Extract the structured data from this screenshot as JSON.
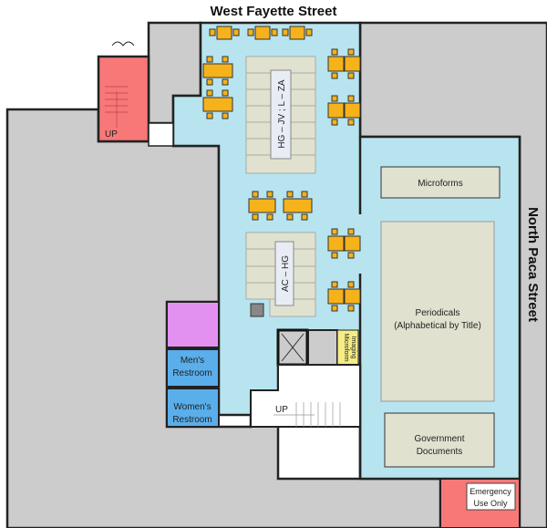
{
  "streets": {
    "north": "West Fayette Street",
    "east": "North Paca Street"
  },
  "shelves": {
    "upper": "HG – JV ; L – ZA",
    "lower": "AC – HG"
  },
  "areas": {
    "microforms": "Microforms",
    "periodicals_line1": "Periodicals",
    "periodicals_line2": "(Alphabetical by Title)",
    "government_line1": "Government",
    "government_line2": "Documents",
    "microform_imaging_line1": "Microform",
    "microform_imaging_line2": "Imaging",
    "mens_line1": "Men's",
    "mens_line2": "Restroom",
    "womens_line1": "Women's",
    "womens_line2": "Restroom",
    "emergency_line1": "Emergency",
    "emergency_line2": "Use Only"
  },
  "stairs": {
    "west": "UP",
    "center": "UP"
  },
  "colors": {
    "floor": "#b7e4ef",
    "wall_gray": "#cccccc",
    "stair_red": "#f87878",
    "restroom_blue": "#5aaeea",
    "purple": "#e391f0",
    "shelf": "#e0e2cf",
    "table": "#f5b21a",
    "imaging": "#f4ec84"
  }
}
